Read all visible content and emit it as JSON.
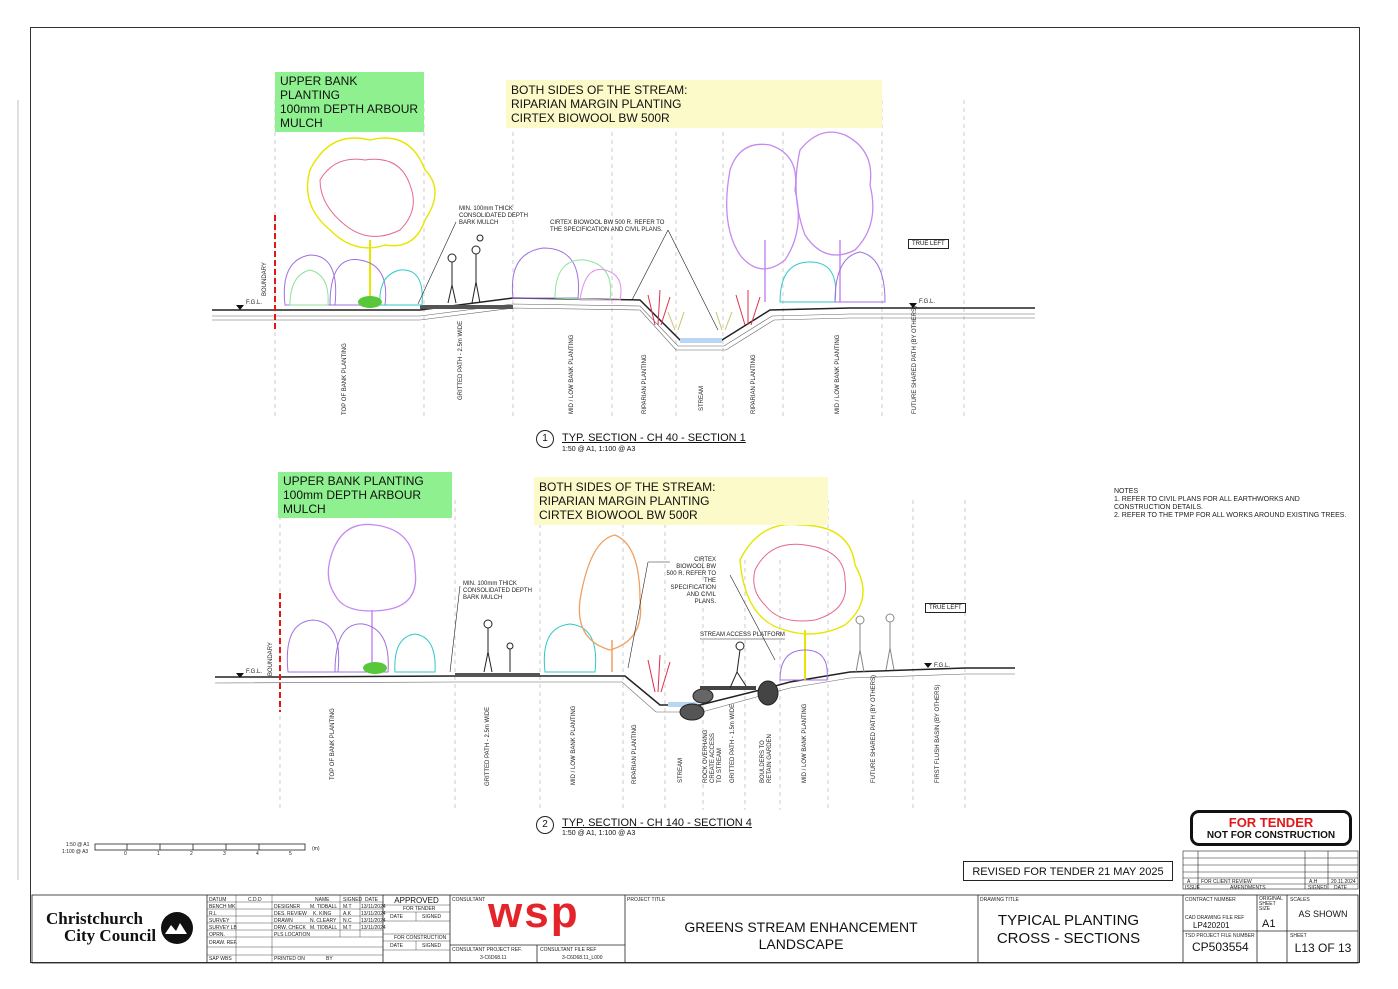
{
  "section1": {
    "green_callout": "UPPER BANK PLANTING\n100mm DEPTH ARBOUR\nMULCH",
    "yellow_callout": "BOTH SIDES OF THE STREAM:\nRIPARIAN MARGIN PLANTING\nCIRTEX BIOWOOL BW 500R",
    "note_mulch": "MIN. 100mm THICK\nCONSOLIDATED DEPTH\nBARK MULCH",
    "note_cirtex": "CIRTEX BIOWOOL BW 500 R. REFER TO\nTHE SPECIFICATION AND CIVIL PLANS.",
    "true_left": "TRUE LEFT",
    "boundary": "BOUNDARY",
    "fgl": "F.G.L.",
    "zones": [
      "TOP OF BANK PLANTING",
      "GRITTED PATH - 2.5m WIDE",
      "MID / LOW BANK PLANTING",
      "RIPARIAN PLANTING",
      "STREAM",
      "RIPARIAN PLANTING",
      "MID / LOW BANK PLANTING",
      "FUTURE SHARED PATH (BY OTHERS)"
    ],
    "number": "1",
    "title": "TYP. SECTION - CH 40 - SECTION 1",
    "scale": "1:50 @ A1, 1:100 @ A3"
  },
  "section2": {
    "green_callout": "UPPER BANK PLANTING\n100mm DEPTH ARBOUR\nMULCH",
    "yellow_callout": "BOTH SIDES OF THE STREAM:\nRIPARIAN MARGIN PLANTING\nCIRTEX BIOWOOL BW 500R",
    "note_mulch": "MIN. 100mm THICK\nCONSOLIDATED DEPTH\nBARK MULCH",
    "note_cirtex": "CIRTEX\nBIOWOOL BW\n500 R. REFER TO\nTHE\nSPECIFICATION\nAND CIVIL\nPLANS.",
    "platform": "STREAM ACCESS PLATFORM",
    "true_left": "TRUE LEFT",
    "boundary": "BOUNDARY",
    "fgl": "F.G.L.",
    "zones": [
      "TOP OF BANK PLANTING",
      "GRITTED PATH - 2.5m WIDE",
      "MID / LOW BANK PLANTING",
      "RIPARIAN PLANTING",
      "STREAM",
      "ROCK OVERHANG\nCREATE ACCESS\nTO STREAM",
      "GRITTED PATH - 1.5m WIDE",
      "BOULDERS TO\nRETAIN GARDEN",
      "MID / LOW BANK PLANTING",
      "FUTURE SHARED PATH (BY OTHERS)",
      "FIRST FLUSH BASIN (BY OTHERS)"
    ],
    "number": "2",
    "title": "TYP. SECTION - CH 140 - SECTION 4",
    "scale": "1:50 @ A1, 1:100 @ A3"
  },
  "notes": "NOTES\n1. REFER TO CIVIL PLANS FOR ALL EARTHWORKS AND\nCONSTRUCTION DETAILS.\n2. REFER TO THE TPMP FOR ALL WORKS AROUND EXISTING TREES.",
  "scalebar": {
    "label_a1": "1:50 @ A1",
    "label_a3": "1:100 @ A3",
    "ticks": [
      "0",
      "1",
      "2",
      "3",
      "4",
      "5"
    ],
    "unit": "(m)"
  },
  "tender": {
    "line1": "FOR TENDER",
    "line2": "NOT FOR CONSTRUCTION"
  },
  "revised": "REVISED FOR TENDER 21 MAY 2025",
  "revisions": {
    "row": [
      "A",
      "FOR CLIENT REVIEW",
      "A.H",
      "20.11.2024"
    ],
    "header": [
      "ISSUE",
      "AMENDMENTS",
      "SIGNED",
      "DATE"
    ]
  },
  "title_block": {
    "council_line1": "Christchurch",
    "council_line2": "City Council",
    "datum_label": "DATUM",
    "datum_value": "C.D.D",
    "left_rows": [
      "BENCH MK",
      "R.L",
      "SURVEY",
      "SURVEY LB",
      "OPRN.",
      "DRAW. REF.",
      "SAP WBS"
    ],
    "people_header": [
      "NAME",
      "SIGNED",
      "DATE"
    ],
    "people": [
      [
        "DESIGNER",
        "M. TIDBALL",
        "M.T",
        "13/11/2024"
      ],
      [
        "DES. REVIEW",
        "K. KING",
        "A.K",
        "13/11/2024"
      ],
      [
        "DRAWN",
        "N. CLEARY",
        "N.C",
        "13/11/2024"
      ],
      [
        "DRW. CHECK",
        "M. TIDBALL",
        "M.T",
        "13/11/2024"
      ],
      [
        "PLS LOCATION",
        "",
        "",
        ""
      ],
      [
        "",
        "",
        "",
        ""
      ],
      [
        "PRINTED ON",
        "",
        "BY",
        ""
      ]
    ],
    "approved": "APPROVED",
    "for_tender": "FOR TENDER",
    "date_label": "DATE",
    "signed_label": "SIGNED",
    "for_construction": "FOR CONSTRUCTION",
    "consultant_label": "CONSULTANT",
    "consultant_logo": "wsp",
    "consultant_project_ref_label": "CONSULTANT PROJECT REF.",
    "consultant_project_ref": "3-C6D68.11",
    "consultant_file_ref_label": "CONSULTANT FILE REF",
    "consultant_file_ref": "3-C6D68.11_L000",
    "project_title_label": "PROJECT TITLE",
    "project_title": "GREENS STREAM ENHANCEMENT\nLANDSCAPE",
    "drawing_title_label": "DRAWING TITLE",
    "drawing_title": "TYPICAL PLANTING\nCROSS - SECTIONS",
    "contract_number_label": "CONTRACT NUMBER",
    "original_sheet_size_label": "ORIGINAL\nSHEET\nSIZE",
    "scales_label": "SCALES",
    "scales_value": "AS SHOWN",
    "cad_ref_label": "CAD DRAWING FILE REF",
    "cad_ref": "LP420201",
    "sheet_size": "A1",
    "project_file_label": "TSD PROJECT FILE NUMBER",
    "project_file": "CP503554",
    "sheet_label": "SHEET",
    "sheet_value": "L13 OF 13"
  },
  "colors": {
    "green_callout": "#8ef08e",
    "yellow_callout": "#fbfac8",
    "tender_red": "#e01818",
    "wsp_red": "#e4242a"
  }
}
